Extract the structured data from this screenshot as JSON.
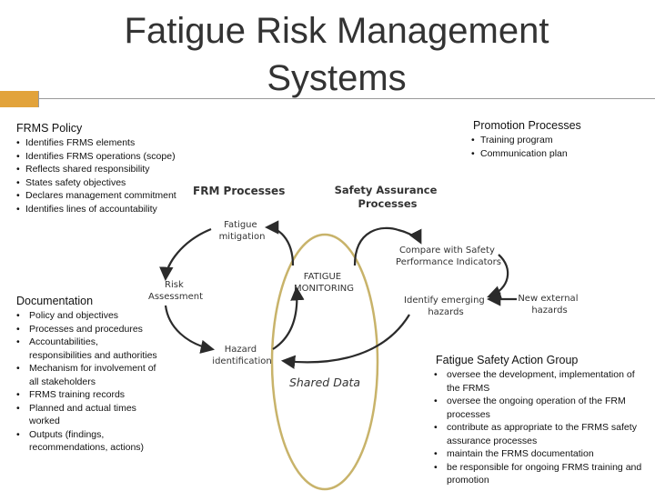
{
  "title": {
    "line1": "Fatigue Risk Management",
    "line2": "Systems"
  },
  "policy": {
    "heading": "FRMS Policy",
    "items": [
      "Identifies FRMS elements",
      "Identifies FRMS operations (scope)",
      "Reflects shared responsibility",
      "States safety objectives",
      "Declares management commitment",
      "Identifies lines of accountability"
    ]
  },
  "promotion": {
    "heading": "Promotion Processes",
    "items": [
      "Training program",
      "Communication plan"
    ]
  },
  "documentation": {
    "heading": "Documentation",
    "items": [
      [
        "Policy and objectives"
      ],
      [
        "Processes and procedures"
      ],
      [
        "Accountabilities,",
        "responsibilities and authorities"
      ],
      [
        "Mechanism for involvement of",
        "all stakeholders"
      ],
      [
        "FRMS training records"
      ],
      [
        "Planned and actual times",
        "worked"
      ],
      [
        "Outputs (findings,",
        "recommendations, actions)"
      ]
    ]
  },
  "action_group": {
    "heading": "Fatigue Safety Action Group",
    "items": [
      [
        "oversee the development, implementation of",
        "the FRMS"
      ],
      [
        "oversee the ongoing operation of the FRM",
        "processes"
      ],
      [
        "contribute as appropriate to the FRMS safety",
        "assurance processes"
      ],
      [
        "maintain the FRMS documentation"
      ],
      [
        "be responsible for ongoing FRMS training and",
        "promotion"
      ]
    ]
  },
  "diagram": {
    "frm_processes": "FRM Processes",
    "safety_assurance": [
      "Safety Assurance",
      "Processes"
    ],
    "fatigue_mitigation": [
      "Fatigue",
      "mitigation"
    ],
    "risk_assessment": [
      "Risk",
      "Assessment"
    ],
    "fatigue_monitoring": [
      "FATIGUE",
      "MONITORING"
    ],
    "hazard_identification": [
      "Hazard",
      "identification"
    ],
    "compare_spi": [
      "Compare with Safety",
      "Performance Indicators"
    ],
    "identify_emerging": [
      "Identify emerging",
      "hazards"
    ],
    "new_external": [
      "New external",
      "hazards"
    ],
    "shared_data": "Shared Data",
    "colors": {
      "arrow": "#2b2b2b",
      "ellipse": "#c8b36a",
      "shared_data_text": "#333333"
    }
  }
}
